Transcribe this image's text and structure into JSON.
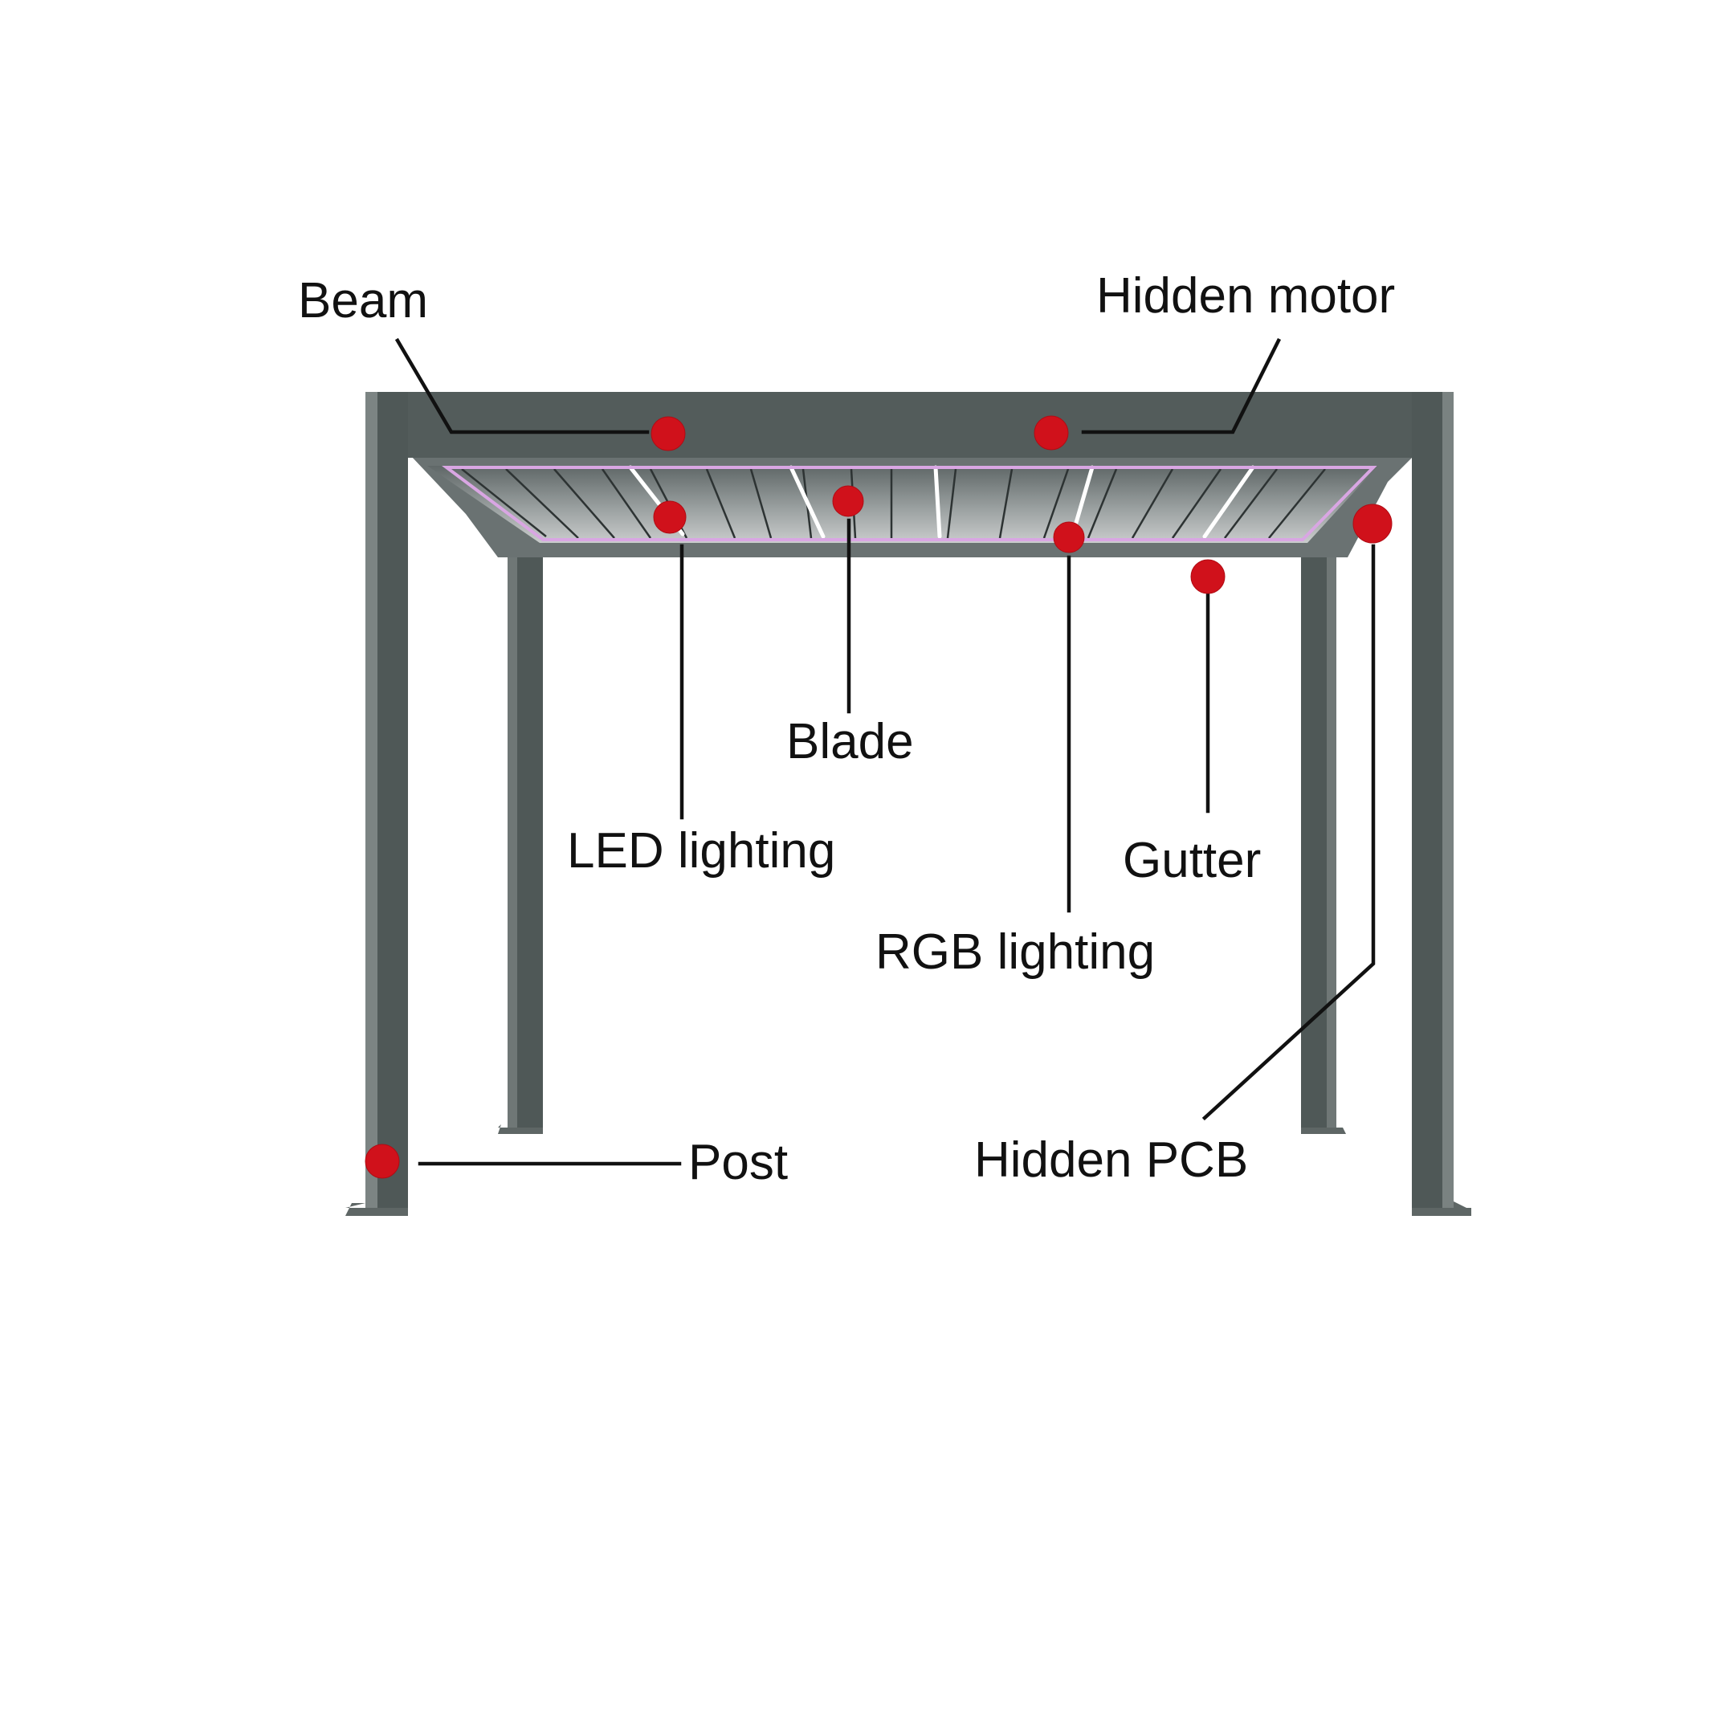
{
  "diagram": {
    "labels": {
      "beam": "Beam",
      "hidden_motor": "Hidden motor",
      "blade": "Blade",
      "led_lighting": "LED lighting",
      "gutter": "Gutter",
      "rgb_lighting": "RGB lighting",
      "post": "Post",
      "hidden_pcb": "Hidden PCB"
    },
    "colors": {
      "frame": "#4e5756",
      "frame_light": "#7a8281",
      "roof_shade": "#8e9393",
      "rgb_glow": "#d9a6e3",
      "hotspot": "#d0111b",
      "text": "#111111"
    }
  }
}
